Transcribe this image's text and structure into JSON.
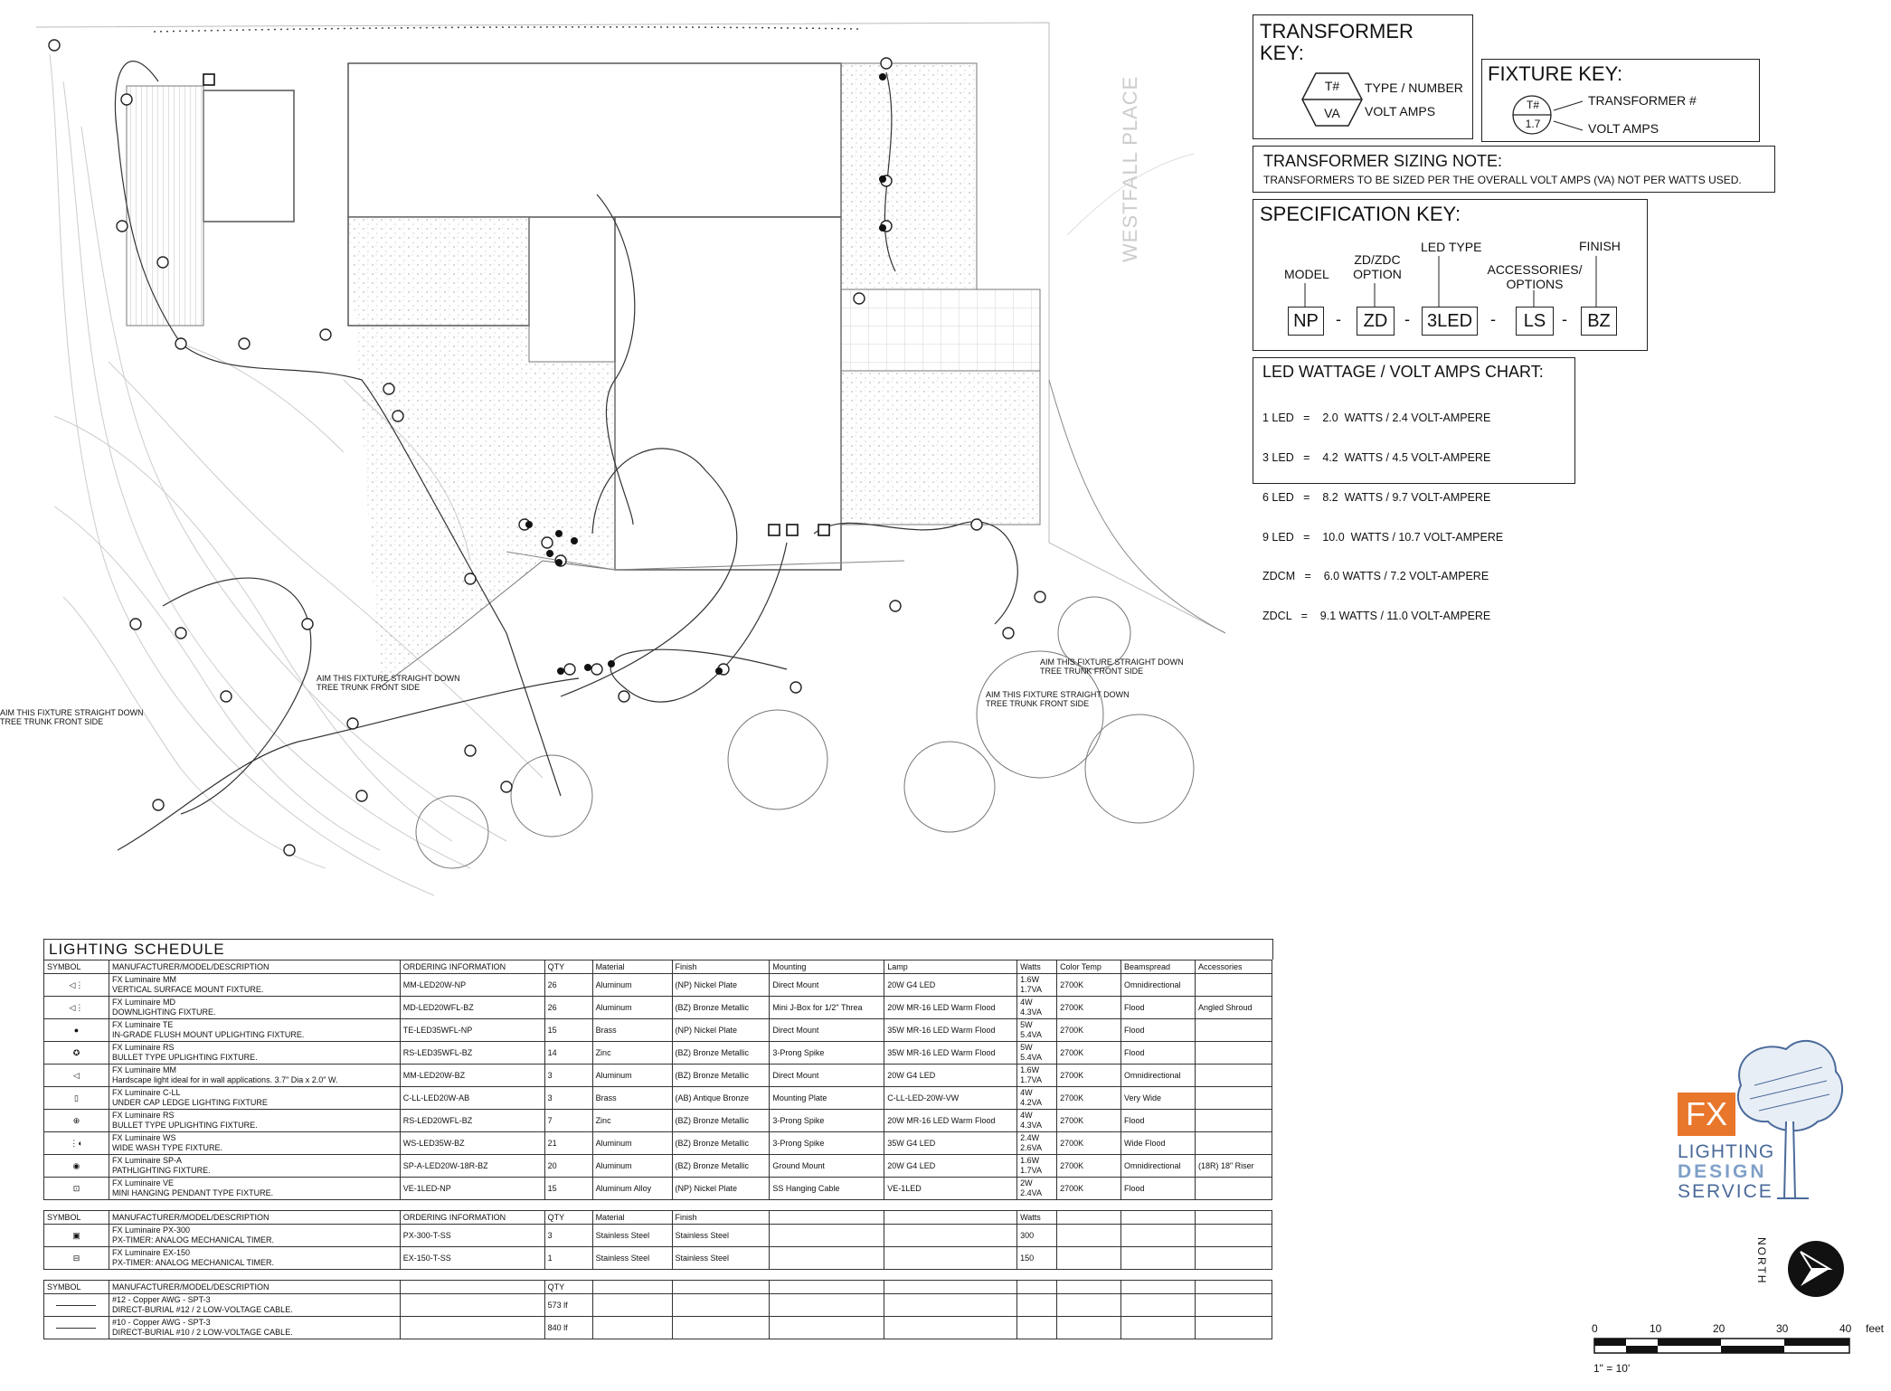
{
  "plan": {
    "street_label": "WESTFALL PLACE",
    "notes": [
      "AIM THIS FIXTURE STRAIGHT DOWN TREE TRUNK FRONT SIDE",
      "AIM THIS FIXTURE STRAIGHT DOWN TREE TRUNK FRONT SIDE",
      "AIM THIS FIXTURE STRAIGHT DOWN TREE TRUNK FRONT SIDE",
      "AIM THIS FIXTURE STRAIGHT DOWN TREE TRUNK FRONT SIDE"
    ]
  },
  "transformer_key": {
    "title": "TRANSFORMER KEY:",
    "top": "T#",
    "bottom": "VA",
    "label_top": "TYPE / NUMBER",
    "label_bottom": "VOLT AMPS"
  },
  "fixture_key": {
    "title": "FIXTURE KEY:",
    "top": "T#",
    "bottom": "1.7",
    "label_top": "TRANSFORMER #",
    "label_bottom": "VOLT AMPS"
  },
  "sizing_note": {
    "title": "TRANSFORMER SIZING NOTE:",
    "text": "TRANSFORMERS TO BE SIZED PER THE OVERALL VOLT AMPS (VA) NOT PER WATTS USED."
  },
  "spec_key": {
    "title": "SPECIFICATION KEY:",
    "labels": [
      "MODEL",
      "ZD/ZDC OPTION",
      "LED TYPE",
      "ACCESSORIES/ OPTIONS",
      "FINISH"
    ],
    "cells": [
      "NP",
      "ZD",
      "3LED",
      "LS",
      "BZ"
    ],
    "sep": "-"
  },
  "led_chart": {
    "title": "LED WATTAGE / VOLT AMPS CHART:",
    "rows": [
      "1 LED   =    2.0  WATTS / 2.4 VOLT-AMPERE",
      "3 LED   =    4.2  WATTS / 4.5 VOLT-AMPERE",
      "6 LED   =    8.2  WATTS / 9.7 VOLT-AMPERE",
      "9 LED   =    10.0  WATTS / 10.7 VOLT-AMPERE",
      "ZDCM   =    6.0 WATTS / 7.2 VOLT-AMPERE",
      "ZDCL   =    9.1 WATTS / 11.0 VOLT-AMPERE"
    ]
  },
  "schedule": {
    "title": "LIGHTING SCHEDULE",
    "headers": [
      "SYMBOL",
      "MANUFACTURER/MODEL/DESCRIPTION",
      "ORDERING INFORMATION",
      "QTY",
      "Material",
      "Finish",
      "Mounting",
      "Lamp",
      "Watts",
      "Color Temp",
      "Beamspread",
      "Accessories"
    ],
    "fixtures": [
      {
        "sym": "◁⋮",
        "desc": [
          "FX Luminaire MM",
          "VERTICAL SURFACE MOUNT FIXTURE."
        ],
        "order": "MM-LED20W-NP",
        "qty": "26",
        "material": "Aluminum",
        "finish": "(NP) Nickel Plate",
        "mounting": "Direct Mount",
        "lamp": "20W G4 LED",
        "watts": [
          "1.6W",
          "1.7VA"
        ],
        "ct": "2700K",
        "beam": "Omnidirectional",
        "acc": ""
      },
      {
        "sym": "◁⋮",
        "desc": [
          "FX Luminaire MD",
          "DOWNLIGHTING FIXTURE."
        ],
        "order": "MD-LED20WFL-BZ",
        "qty": "26",
        "material": "Aluminum",
        "finish": "(BZ) Bronze Metallic",
        "mounting": "Mini J-Box for 1/2\" Threa",
        "lamp": "20W MR-16 LED Warm Flood",
        "watts": [
          "4W",
          "4.3VA"
        ],
        "ct": "2700K",
        "beam": "Flood",
        "acc": "Angled Shroud"
      },
      {
        "sym": "●",
        "desc": [
          "FX Luminaire TE",
          "IN-GRADE FLUSH MOUNT UPLIGHTING FIXTURE."
        ],
        "order": "TE-LED35WFL-NP",
        "qty": "15",
        "material": "Brass",
        "finish": "(NP) Nickel Plate",
        "mounting": "Direct Mount",
        "lamp": "35W MR-16 LED Warm Flood",
        "watts": [
          "5W",
          "5.4VA"
        ],
        "ct": "2700K",
        "beam": "Flood",
        "acc": ""
      },
      {
        "sym": "✪",
        "desc": [
          "FX Luminaire RS",
          "BULLET TYPE UPLIGHTING FIXTURE."
        ],
        "order": "RS-LED35WFL-BZ",
        "qty": "14",
        "material": "Zinc",
        "finish": "(BZ) Bronze Metallic",
        "mounting": "3-Prong Spike",
        "lamp": "35W MR-16 LED Warm Flood",
        "watts": [
          "5W",
          "5.4VA"
        ],
        "ct": "2700K",
        "beam": "Flood",
        "acc": ""
      },
      {
        "sym": "◁",
        "desc": [
          "FX Luminaire MM",
          "Hardscape light ideal for in wall applications. 3.7\" Dia x 2.0\" W."
        ],
        "order": "MM-LED20W-BZ",
        "qty": "3",
        "material": "Aluminum",
        "finish": "(BZ) Bronze Metallic",
        "mounting": "Direct Mount",
        "lamp": "20W G4 LED",
        "watts": [
          "1.6W",
          "1.7VA"
        ],
        "ct": "2700K",
        "beam": "Omnidirectional",
        "acc": ""
      },
      {
        "sym": "▯",
        "desc": [
          "FX Luminaire C-LL",
          "UNDER CAP LEDGE LIGHTING FIXTURE"
        ],
        "order": "C-LL-LED20W-AB",
        "qty": "3",
        "material": "Brass",
        "finish": "(AB) Antique Bronze",
        "mounting": "Mounting Plate",
        "lamp": "C-LL-LED-20W-VW",
        "watts": [
          "4W",
          "4.2VA"
        ],
        "ct": "2700K",
        "beam": "Very Wide",
        "acc": ""
      },
      {
        "sym": "⊕",
        "desc": [
          "FX Luminaire RS",
          "BULLET TYPE UPLIGHTING FIXTURE."
        ],
        "order": "RS-LED20WFL-BZ",
        "qty": "7",
        "material": "Zinc",
        "finish": "(BZ) Bronze Metallic",
        "mounting": "3-Prong Spike",
        "lamp": "20W MR-16 LED Warm Flood",
        "watts": [
          "4W",
          "4.3VA"
        ],
        "ct": "2700K",
        "beam": "Flood",
        "acc": ""
      },
      {
        "sym": "⋮◐",
        "desc": [
          "FX Luminaire WS",
          "WIDE WASH TYPE FIXTURE."
        ],
        "order": "WS-LED35W-BZ",
        "qty": "21",
        "material": "Aluminum",
        "finish": "(BZ) Bronze Metallic",
        "mounting": "3-Prong Spike",
        "lamp": "35W G4 LED",
        "watts": [
          "2.4W",
          "2.6VA"
        ],
        "ct": "2700K",
        "beam": "Wide Flood",
        "acc": ""
      },
      {
        "sym": "◉",
        "desc": [
          "FX Luminaire SP-A",
          "PATHLIGHTING FIXTURE."
        ],
        "order": "SP-A-LED20W-18R-BZ",
        "qty": "20",
        "material": "Aluminum",
        "finish": "(BZ) Bronze Metallic",
        "mounting": "Ground Mount",
        "lamp": "20W G4 LED",
        "watts": [
          "1.6W",
          "1.7VA"
        ],
        "ct": "2700K",
        "beam": "Omnidirectional",
        "acc": "(18R) 18\" Riser"
      },
      {
        "sym": "⊡",
        "desc": [
          "FX Luminaire VE",
          "MINI HANGING PENDANT TYPE FIXTURE."
        ],
        "order": "VE-1LED-NP",
        "qty": "15",
        "material": "Aluminum Alloy",
        "finish": "(NP) Nickel Plate",
        "mounting": "SS Hanging Cable",
        "lamp": "VE-1LED",
        "watts": [
          "2W",
          "2.4VA"
        ],
        "ct": "2700K",
        "beam": "Flood",
        "acc": ""
      }
    ],
    "headers2": [
      "SYMBOL",
      "MANUFACTURER/MODEL/DESCRIPTION",
      "ORDERING INFORMATION",
      "QTY",
      "Material",
      "Finish",
      "Watts"
    ],
    "transformers": [
      {
        "sym": "▣",
        "desc": [
          "FX Luminaire PX-300",
          "PX-TIMER: ANALOG MECHANICAL TIMER."
        ],
        "order": "PX-300-T-SS",
        "qty": "3",
        "material": "Stainless Steel",
        "finish": "Stainless Steel",
        "watts": "300"
      },
      {
        "sym": "⊟",
        "desc": [
          "FX Luminaire EX-150",
          "PX-TIMER: ANALOG MECHANICAL TIMER."
        ],
        "order": "EX-150-T-SS",
        "qty": "1",
        "material": "Stainless Steel",
        "finish": "Stainless Steel",
        "watts": "150"
      }
    ],
    "headers3": [
      "SYMBOL",
      "MANUFACTURER/MODEL/DESCRIPTION",
      "QTY"
    ],
    "cables": [
      {
        "desc": [
          "#12 - Copper AWG - SPT-3",
          "DIRECT-BURIAL #12 / 2 LOW-VOLTAGE CABLE."
        ],
        "qty": "573 lf"
      },
      {
        "desc": [
          "#10 - Copper AWG - SPT-3",
          "DIRECT-BURIAL #10 / 2 LOW-VOLTAGE CABLE."
        ],
        "qty": "840 lf"
      }
    ]
  },
  "logo": {
    "fx": "FX",
    "line1": "LIGHTING",
    "line2": "DESIGN",
    "line3": "SERVICE",
    "accent": "#e8762b",
    "blue": "#4a6a9a"
  },
  "north": {
    "label": "NORTH"
  },
  "scale": {
    "ticks": [
      "0",
      "10",
      "20",
      "30",
      "40"
    ],
    "unit": "feet",
    "ratio": "1\" = 10'"
  }
}
